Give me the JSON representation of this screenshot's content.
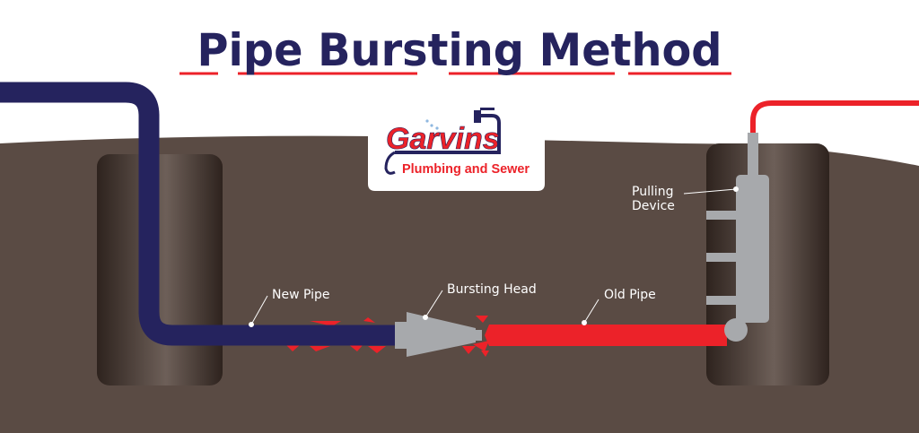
{
  "title": "Pipe Bursting Method",
  "logo": {
    "name": "Garvins",
    "tagline": "Plumbing and Sewer"
  },
  "labels": {
    "new_pipe": "New Pipe",
    "bursting_head": "Bursting Head",
    "old_pipe": "Old Pipe",
    "pulling_device_line1": "Pulling",
    "pulling_device_line2": "Device"
  },
  "colors": {
    "title": "#25235e",
    "accent_red": "#ec2229",
    "new_pipe": "#25235e",
    "old_pipe": "#ec2229",
    "ground": "#5a4b44",
    "device": "#a7a9ac"
  }
}
